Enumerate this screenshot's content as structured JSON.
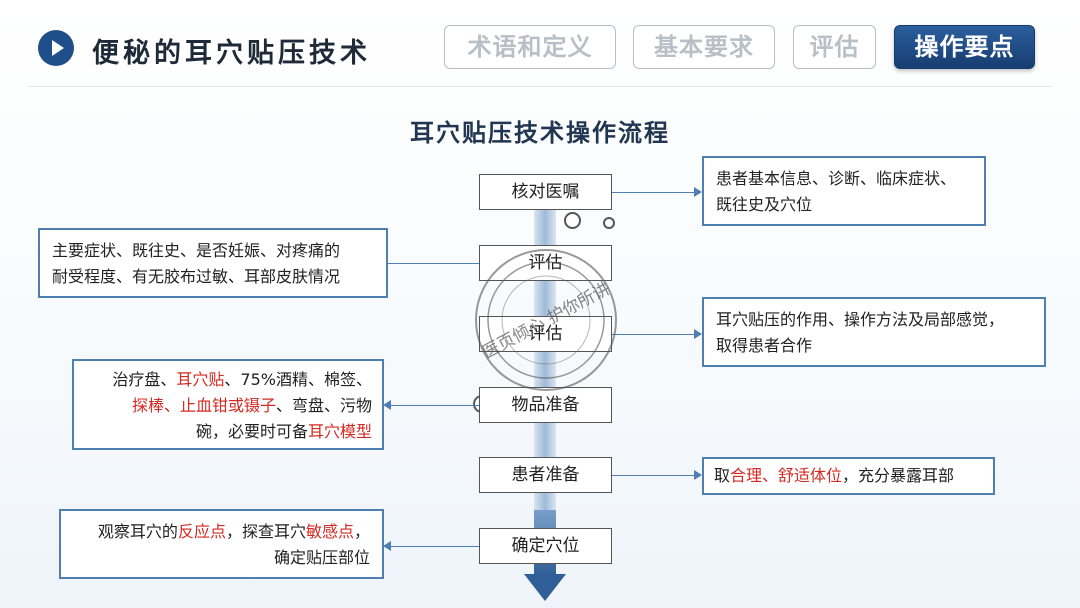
{
  "header": {
    "title": "便秘的耳穴贴压技术",
    "tabs": [
      {
        "label": "术语和定义",
        "active": false
      },
      {
        "label": "基本要求",
        "active": false
      },
      {
        "label": "评估",
        "active": false
      },
      {
        "label": "操作要点",
        "active": true
      }
    ]
  },
  "flow": {
    "title": "耳穴贴压技术操作流程",
    "steps": [
      "核对医嘱",
      "评估",
      "评估",
      "物品准备",
      "患者准备",
      "确定穴位"
    ],
    "notes": {
      "n1": {
        "l1": "患者基本信息、诊断、临床症状、",
        "l2": "既往史及穴位"
      },
      "n2": {
        "l1": "主要症状、既往史、是否妊娠、对疼痛的",
        "l2": "耐受程度、有无胶布过敏、耳部皮肤情况"
      },
      "n3": {
        "l1": "耳穴贴压的作用、操作方法及局部感觉，",
        "l2": "取得患者合作"
      },
      "n4": {
        "a": "治疗盘、",
        "b": "耳穴贴",
        "c": "、75%酒精、棉签、",
        "d": "探棒、止血钳或镊子",
        "e": "、弯盘、污物",
        "f": "碗，必要时可备",
        "g": "耳穴模型"
      },
      "n5": {
        "a": "取",
        "b": "合理、舒适体位",
        "c": "，充分暴露耳部"
      },
      "n6": {
        "a": "观察耳穴的",
        "b": "反应点",
        "c": "，探查耳穴",
        "d": "敏感点",
        "e": "，",
        "f": "确定贴压部位"
      }
    }
  },
  "watermark": "医页倾心 护你所讲",
  "colors": {
    "accent": "#1f4f8a",
    "highlight": "#d42a22",
    "connector": "#4f7fb0"
  }
}
